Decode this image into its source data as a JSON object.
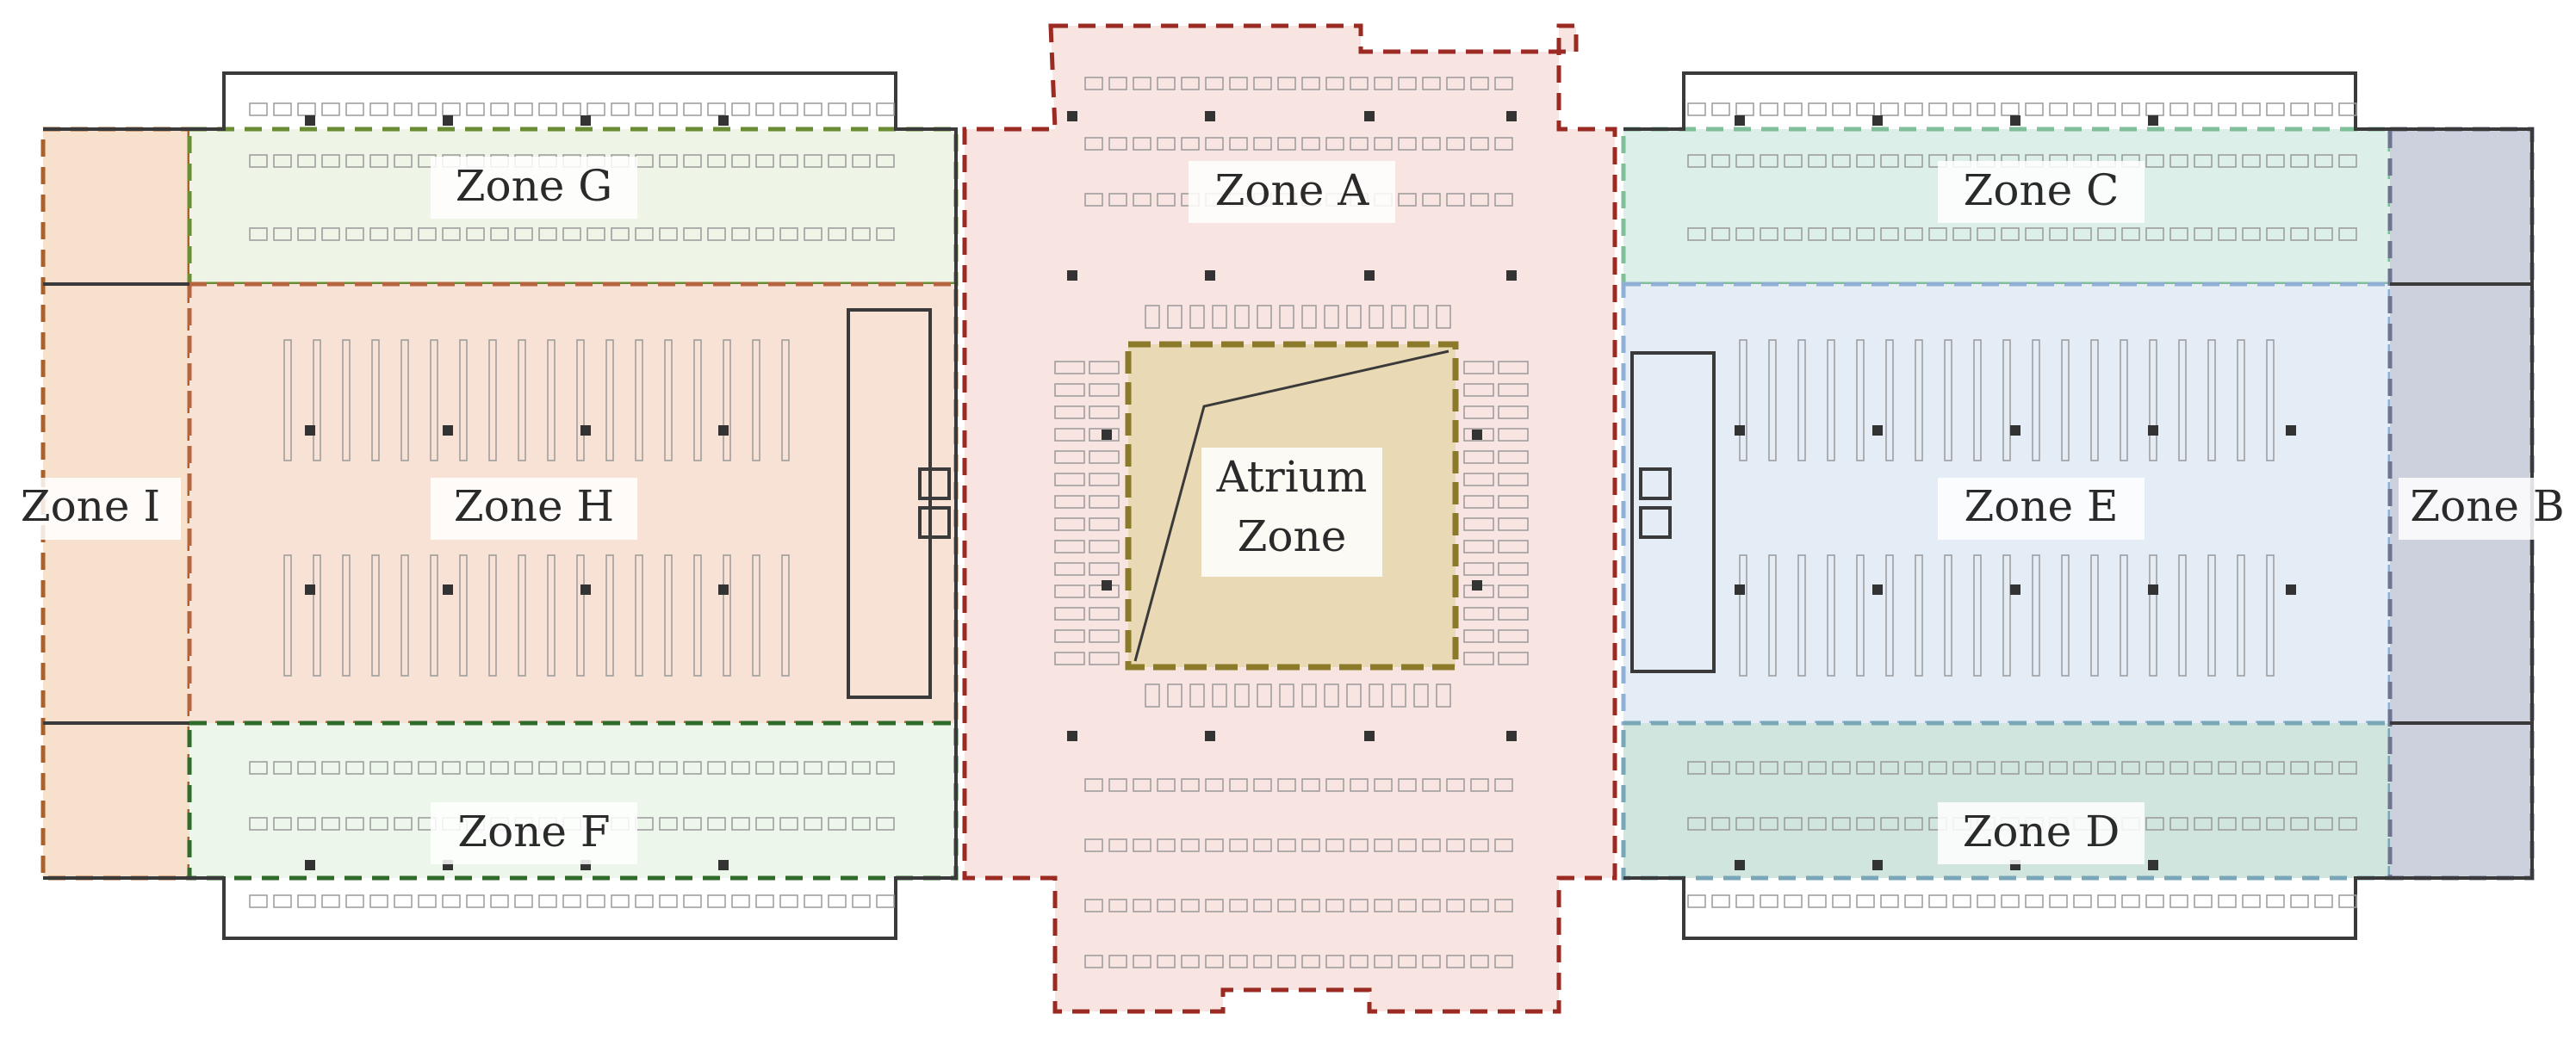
{
  "colors": {
    "zone_a_fill": "#f8e4e1",
    "zone_a_border": "#9b2a22",
    "zone_b_fill": "#cdd0dd",
    "zone_b_border": "#6f7590",
    "zone_c_fill": "#dcefe8",
    "zone_c_border": "#7fbf9a",
    "zone_d_fill": "#cfe5de",
    "zone_d_border": "#7aa7b8",
    "zone_e_fill": "#e4ecf6",
    "zone_e_border": "#8fb0d3",
    "zone_f_fill": "#ecf6ea",
    "zone_f_border": "#2f6b2a",
    "zone_g_fill": "#eef5e6",
    "zone_g_border": "#6a8c33",
    "zone_h_fill": "#f8e2d6",
    "zone_h_border": "#b5653f",
    "zone_i_fill": "#f7e0cc",
    "zone_i_border": "#a9622b",
    "atrium_fill": "#ead9b5",
    "atrium_border": "#8a7a2a",
    "wall": "#3a3a3a",
    "furniture": "#9a9a9a",
    "column": "#333333"
  },
  "zones": {
    "a": "Zone A",
    "b": "Zone B",
    "c": "Zone C",
    "d": "Zone D",
    "e": "Zone E",
    "f": "Zone F",
    "g": "Zone G",
    "h": "Zone H",
    "i": "Zone I",
    "atrium_line1": "Atrium",
    "atrium_line2": "Zone"
  }
}
